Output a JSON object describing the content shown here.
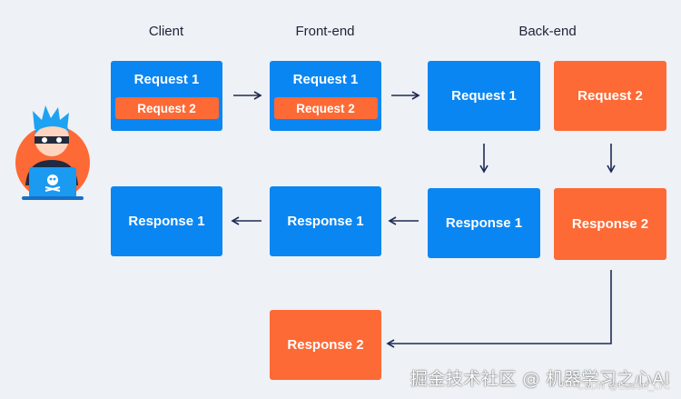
{
  "columns": {
    "client": "Client",
    "frontend": "Front-end",
    "backend": "Back-end"
  },
  "boxes": {
    "client_request_1": "Request 1",
    "client_request_2": "Request 2",
    "frontend_request_1": "Request 1",
    "frontend_request_2": "Request 2",
    "backend_request_1": "Request 1",
    "backend_request_2": "Request 2",
    "client_response_1": "Response 1",
    "frontend_response_1": "Response 1",
    "backend_response_1": "Response 1",
    "backend_response_2": "Response 2",
    "stray_response_2": "Response 2"
  },
  "icons": {
    "attacker": "hacker-avatar-icon"
  },
  "colors": {
    "blue": "#0a86f2",
    "orange": "#fd6a35",
    "arrow": "#1e2a55",
    "background": "#eef1f5"
  },
  "watermark": {
    "main": "掘金技术社区 @ 机器学习之心AI",
    "sub": "CSDN @Eason_LYC"
  }
}
